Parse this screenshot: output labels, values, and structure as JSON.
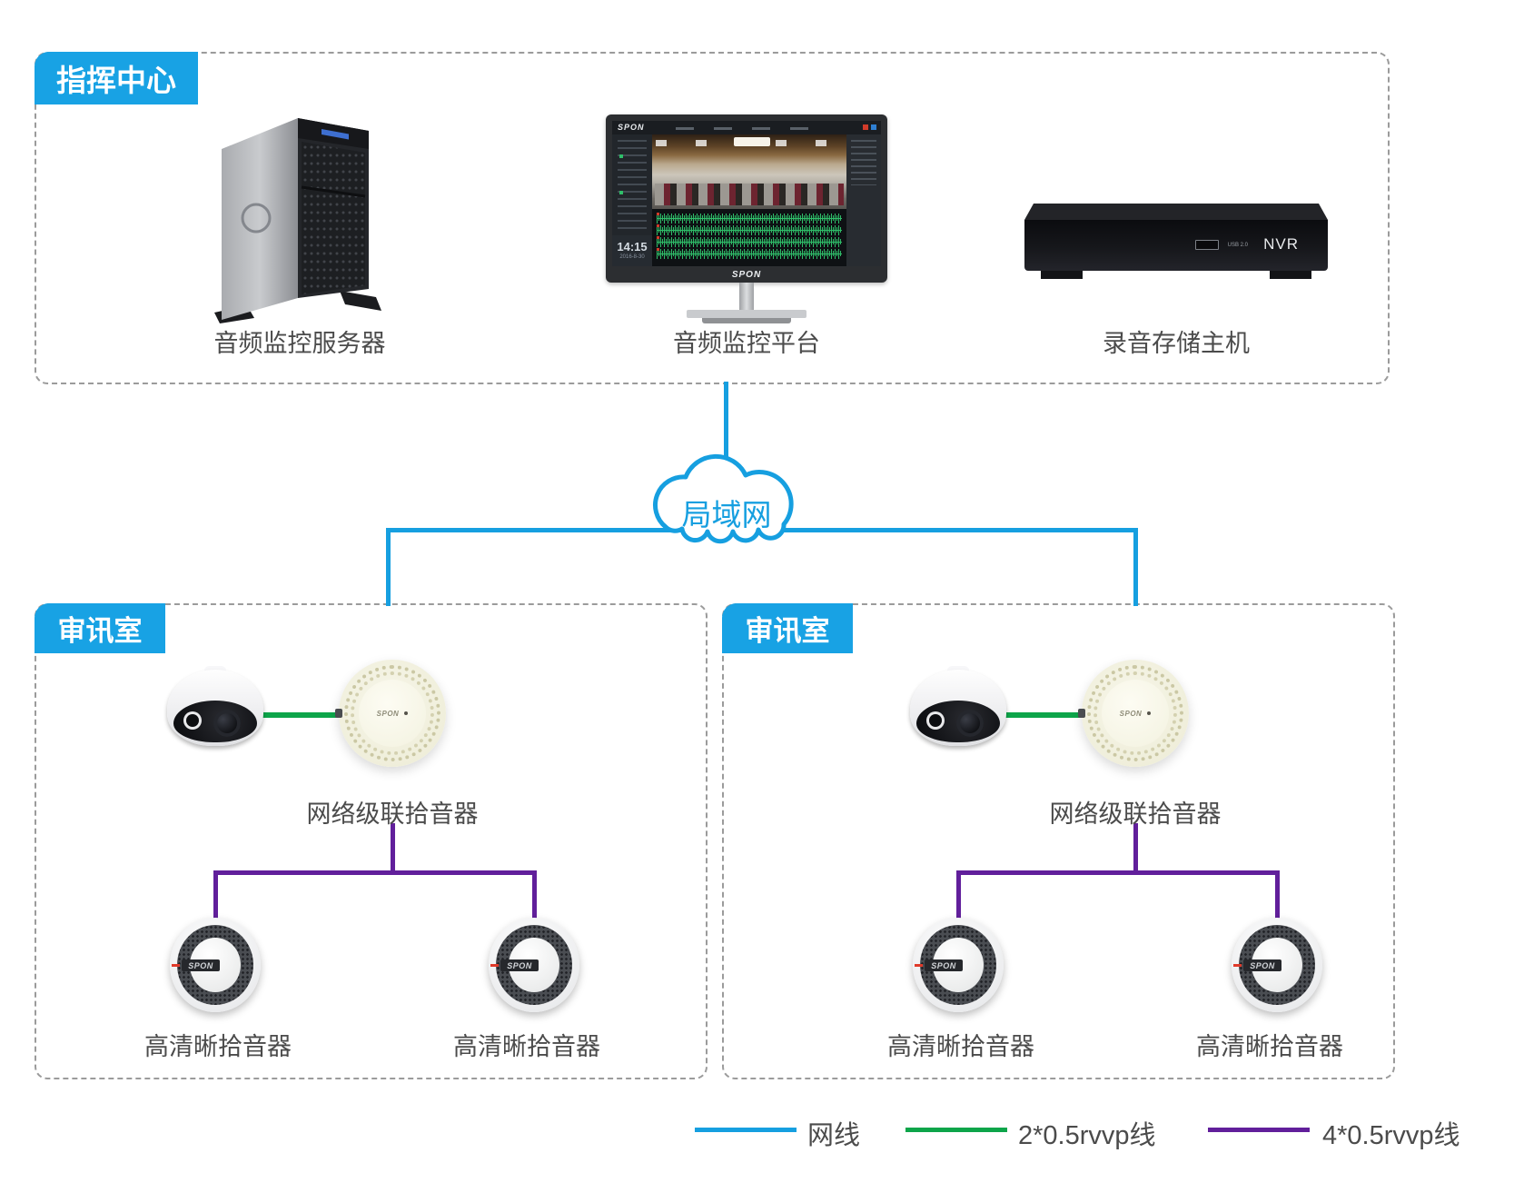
{
  "colors": {
    "blue": "#169FE0",
    "green": "#0DA54A",
    "purple": "#611F9B",
    "box_dash": "#9B9B9B"
  },
  "command_center": {
    "tab": "指挥中心",
    "devices": [
      {
        "label": "音频监控服务器"
      },
      {
        "label": "音频监控平台"
      },
      {
        "label": "录音存储主机"
      }
    ]
  },
  "monitor_ui": {
    "brand": "SPON",
    "time": "14:15",
    "date": "2016-8-30"
  },
  "nvr": {
    "model": "NVR",
    "port_label": "USB 2.0"
  },
  "cloud": {
    "label": "局域网"
  },
  "rooms": [
    {
      "tab": "审讯室",
      "brand": "SPON",
      "network_pickup_label": "网络级联拾音器",
      "hd_pickup_labels": [
        "高清晰拾音器",
        "高清晰拾音器"
      ]
    },
    {
      "tab": "审讯室",
      "brand": "SPON",
      "network_pickup_label": "网络级联拾音器",
      "hd_pickup_labels": [
        "高清晰拾音器",
        "高清晰拾音器"
      ]
    }
  ],
  "legend": {
    "items": [
      {
        "label": "网线",
        "color": "#169FE0"
      },
      {
        "label": "2*0.5rvvp线",
        "color": "#0DA54A"
      },
      {
        "label": "4*0.5rvvp线",
        "color": "#611F9B"
      }
    ]
  }
}
